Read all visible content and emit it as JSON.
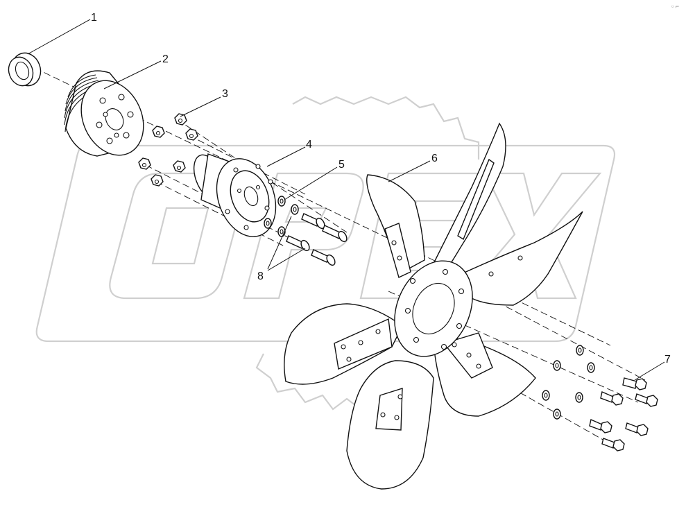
{
  "corner_mark": "▫ ⌐",
  "watermark": {
    "text": "OPEX"
  },
  "callouts": [
    {
      "id": "1",
      "label": "1"
    },
    {
      "id": "2",
      "label": "2"
    },
    {
      "id": "3",
      "label": "3"
    },
    {
      "id": "4",
      "label": "4"
    },
    {
      "id": "5",
      "label": "5"
    },
    {
      "id": "6",
      "label": "6"
    },
    {
      "id": "7",
      "label": "7"
    },
    {
      "id": "8",
      "label": "8"
    }
  ],
  "parts": {
    "p1": "spacer-ring",
    "p2": "pulley",
    "p3": "nut",
    "p4": "hub-flange",
    "p5": "washer",
    "p6": "fan",
    "p7": "bolt",
    "p8": "screw"
  }
}
